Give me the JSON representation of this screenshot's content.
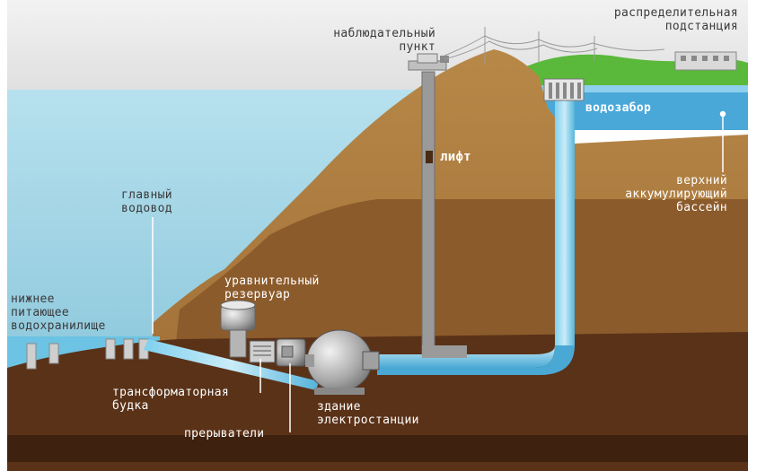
{
  "labels": {
    "substation": "распределительная\nподстанция",
    "observation": "наблюдательный\nпункт",
    "intake": "водозабор",
    "lift": "лифт",
    "upper_pool": "верхний\nаккумулирующий\nбассейн",
    "main_conduit": "главный\nводовод",
    "surge_tank": "уравнительный\nрезервуар",
    "lower_reservoir": "нижнее\nпитающее\nводохранилище",
    "transformer": "трансформаторная\nбудка",
    "switches": "прерыватели",
    "powerhouse": "здание\nэлектростанции"
  },
  "colors": {
    "sky": "#e8e8e8",
    "water": "#a9dbea",
    "ground_light": "#b07c3f",
    "ground_mid": "#8a5a2a",
    "ground_dark": "#5a3218",
    "grass": "#5ab83a",
    "pipe_water": "#66c3e6",
    "shaft": "#8e8e8e",
    "label_dark": "#3a3a3a",
    "label_light": "#ffffff"
  }
}
